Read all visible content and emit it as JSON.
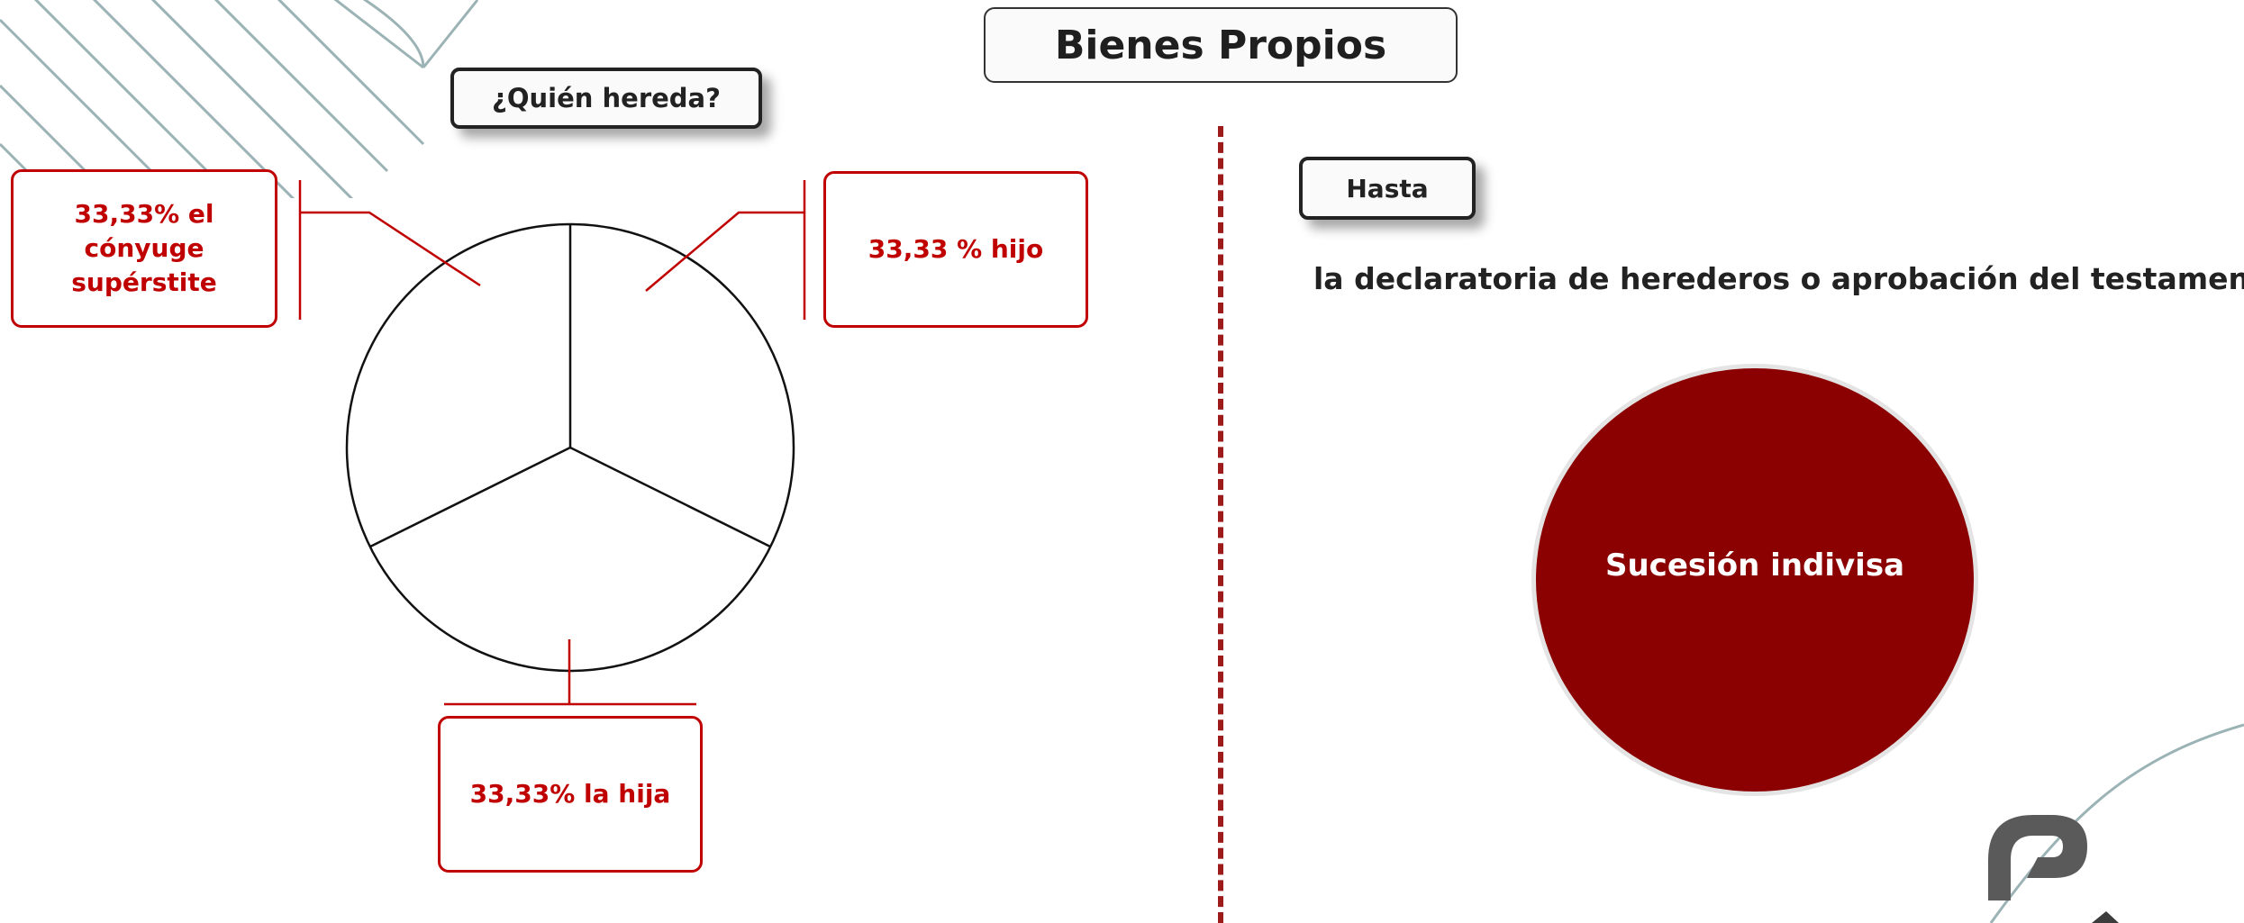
{
  "title": "Bienes Propios",
  "left_panel": {
    "question": "¿Quién hereda?",
    "shares": [
      {
        "label": "33,33% el cónyuge supérstite",
        "value": 33.33
      },
      {
        "label": "33,33 % hijo",
        "value": 33.33
      },
      {
        "label": "33,33% la hija",
        "value": 33.33
      }
    ]
  },
  "right_panel": {
    "label": "Hasta",
    "text": "la declaratoria de herederos o aprobación del testamento",
    "circle_label": "Sucesión indivisa"
  },
  "colors": {
    "accent_red": "#c00000",
    "dark_red": "#8b0000",
    "divider": "#9e1b1b",
    "decoration": "#9bb3b5",
    "logo": "#5a5a5a"
  },
  "icons": {
    "logo": "rounded-c-logo-icon"
  }
}
